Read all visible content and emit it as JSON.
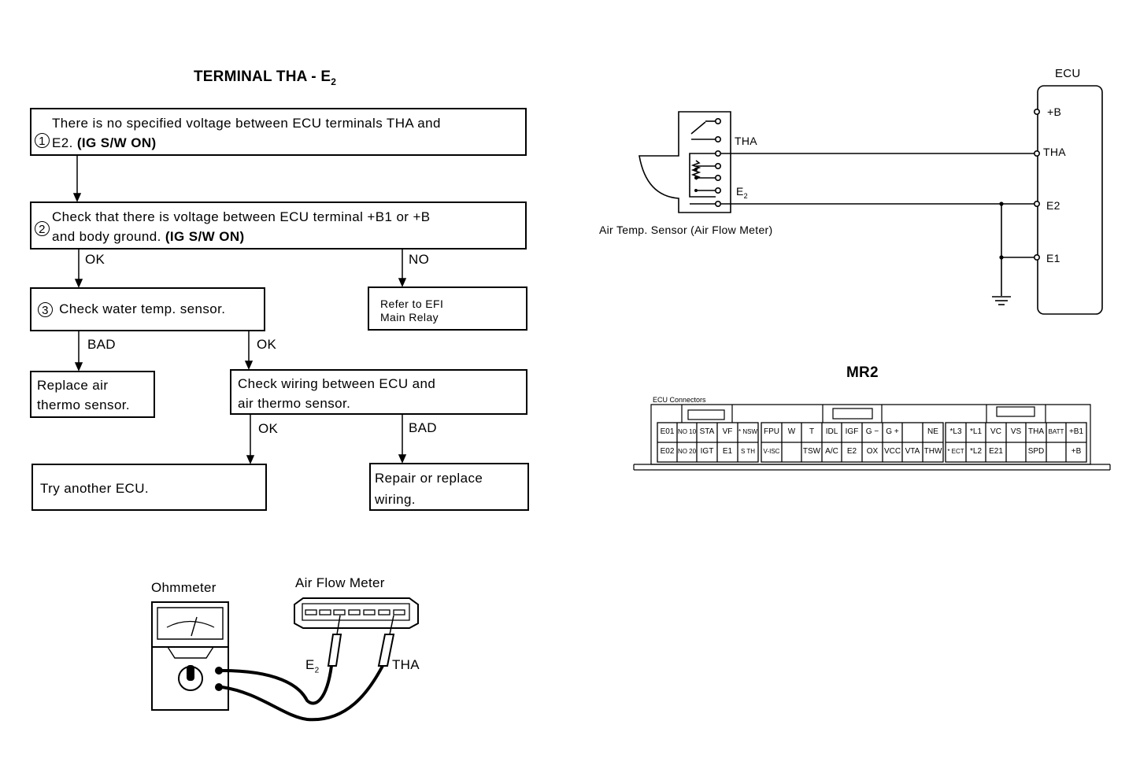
{
  "flowchart": {
    "title": "TERMINAL THA - E",
    "title_sub": "2",
    "step1": {
      "num": "1",
      "text": "There is no specified voltage between ECU terminals THA and",
      "text2": "E2.",
      "bold": "(IG S/W ON)"
    },
    "step2": {
      "num": "2",
      "text": "Check that there is voltage between ECU terminal +B1 or +B",
      "text2": "and body ground.",
      "bold": "(IG S/W ON)"
    },
    "step2_ok": "OK",
    "step2_no": "NO",
    "refer": {
      "line1": "Refer to EFI",
      "line2": "Main Relay"
    },
    "step3": {
      "num": "3",
      "text": "Check water temp. sensor."
    },
    "step3_bad": "BAD",
    "step3_ok": "OK",
    "replace": {
      "line1": "Replace air",
      "line2": "thermo sensor."
    },
    "wiring": {
      "line1": "Check wiring between ECU and",
      "line2": "air thermo sensor."
    },
    "wiring_ok": "OK",
    "wiring_bad": "BAD",
    "try_ecu": "Try another ECU.",
    "repair": {
      "line1": "Repair or replace",
      "line2": "wiring."
    }
  },
  "circuit": {
    "ecu_label": "ECU",
    "pins": [
      "+B",
      "THA",
      "E2",
      "E1"
    ],
    "sensor_tha": "THA",
    "sensor_e2": "E",
    "sensor_e2_sub": "2",
    "sensor_caption": "Air Temp. Sensor (Air Flow Meter)"
  },
  "connector": {
    "title": "MR2",
    "caption": "ECU Connectors",
    "block1_top": [
      "E01",
      "NO 10",
      "STA",
      "VF",
      "* NSW"
    ],
    "block1_bot": [
      "E02",
      "NO 20",
      "IGT",
      "E1",
      "S TH"
    ],
    "block2_top": [
      "FPU",
      "W",
      "T",
      "IDL",
      "IGF",
      "G −",
      "G +",
      "",
      "NE"
    ],
    "block2_bot": [
      "V-ISC",
      "",
      "TSW",
      "A/C",
      "E2",
      "OX",
      "VCC",
      "VTA",
      "THW"
    ],
    "block3_top": [
      "*L3",
      "*L1",
      "VC",
      "VS",
      "THA",
      "BATT",
      "+B1"
    ],
    "block3_bot": [
      "* ECT",
      "*L2",
      "E21",
      "",
      "SPD",
      "",
      "+B"
    ]
  },
  "ohmmeter": {
    "label_meter": "Ohmmeter",
    "label_afm": "Air Flow Meter",
    "probe_e2": "E",
    "probe_e2_sub": "2",
    "probe_tha": "THA"
  }
}
